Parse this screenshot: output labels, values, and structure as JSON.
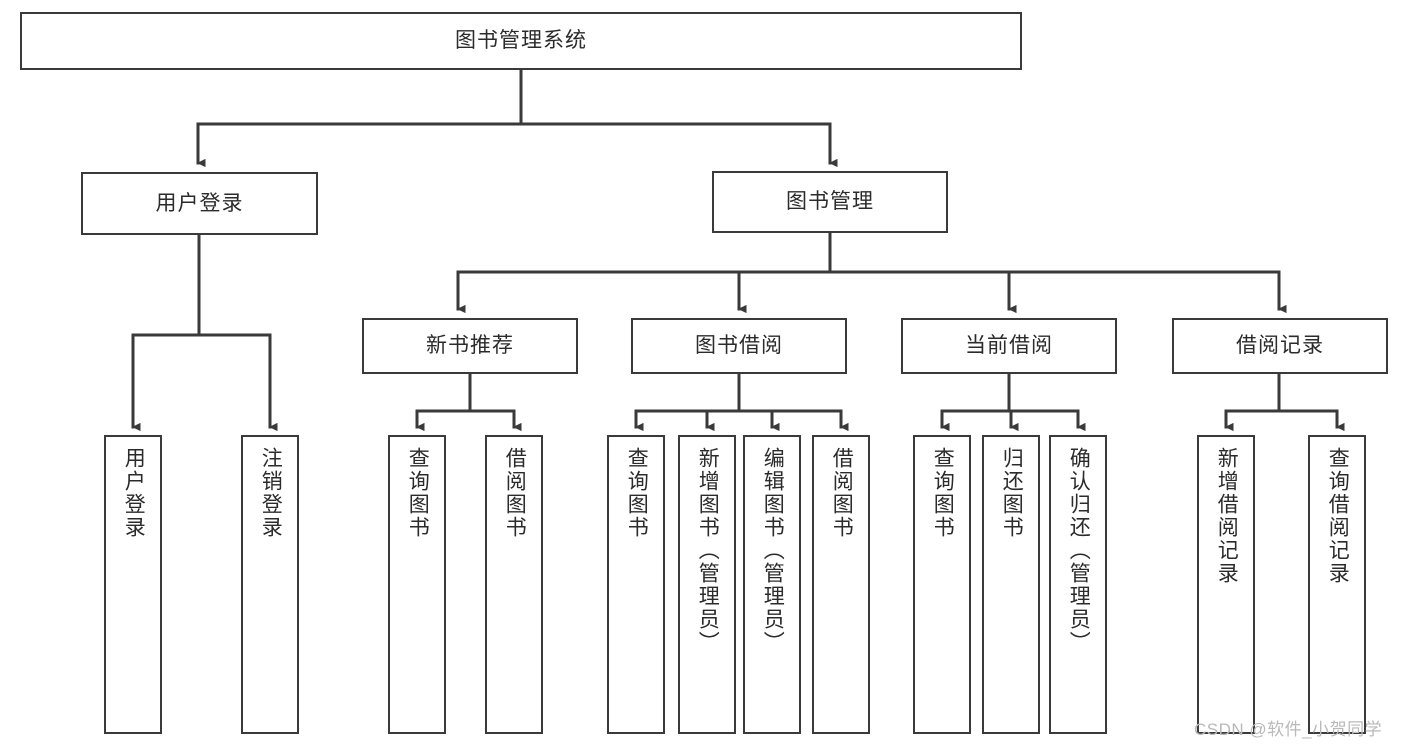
{
  "diagram": {
    "title_node": {
      "label": "图书管理系统"
    },
    "style": {
      "stroke_color": "#3a3a3a",
      "text_color": "#2b2b2b",
      "background": "#ffffff",
      "watermark_color": "#b9b9b9"
    },
    "level1": [
      {
        "label": "用户登录"
      },
      {
        "label": "图书管理"
      }
    ],
    "level2": [
      {
        "label": "新书推荐"
      },
      {
        "label": "图书借阅"
      },
      {
        "label": "当前借阅"
      },
      {
        "label": "借阅记录"
      }
    ],
    "leaves": {
      "user_login": [
        {
          "label": "用户登录"
        },
        {
          "label": "注销登录"
        }
      ],
      "new_book_recommend": [
        {
          "label": "查询图书"
        },
        {
          "label": "借阅图书"
        }
      ],
      "book_borrow": [
        {
          "label": "查询图书"
        },
        {
          "label": "新增图书（管理员）"
        },
        {
          "label": "编辑图书（管理员）"
        },
        {
          "label": "借阅图书"
        }
      ],
      "current_borrow": [
        {
          "label": "查询图书"
        },
        {
          "label": "归还图书"
        },
        {
          "label": "确认归还（管理员）"
        }
      ],
      "borrow_record": [
        {
          "label": "新增借阅记录"
        },
        {
          "label": "查询借阅记录"
        }
      ]
    }
  },
  "watermark": {
    "text": "CSDN @软件_小贺同学"
  }
}
